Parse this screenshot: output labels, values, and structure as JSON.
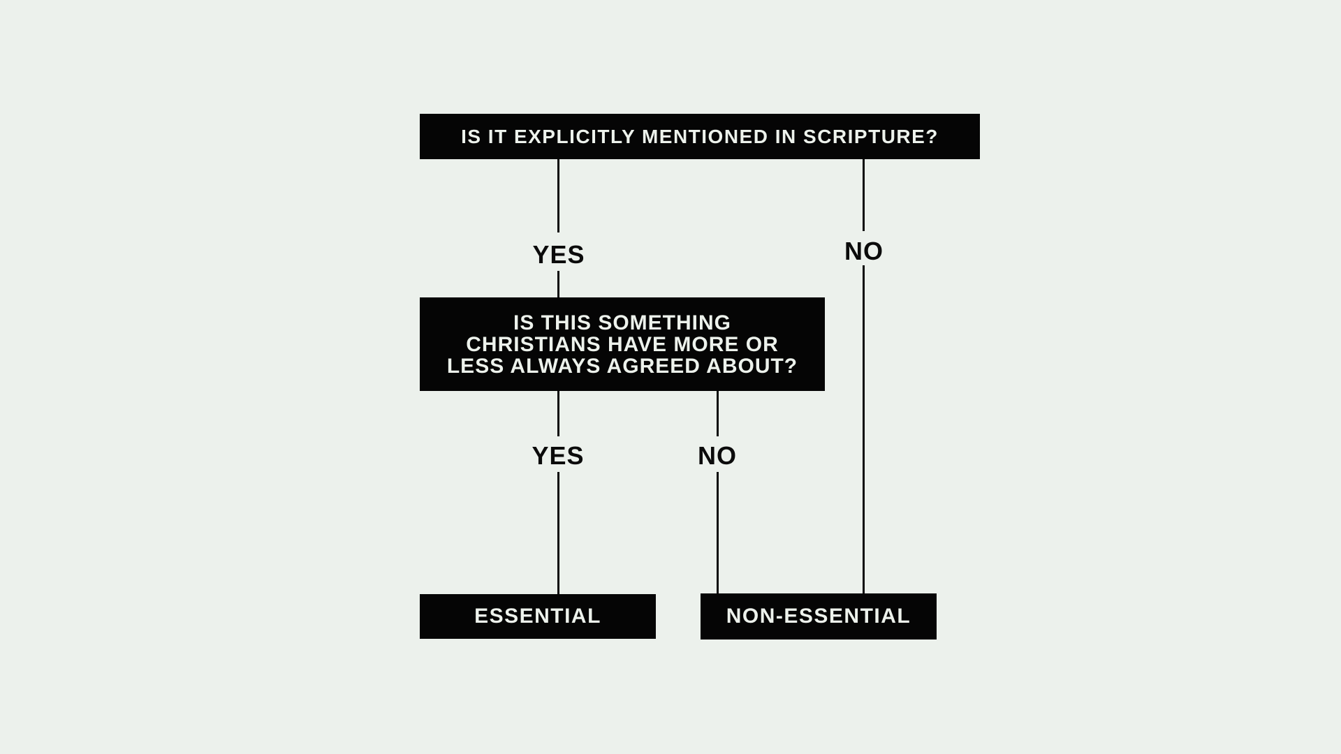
{
  "page": {
    "background_color": "#ECF1EC"
  },
  "colors": {
    "box_bg": "#050505",
    "box_text": "#EDF2EC",
    "line": "#0B0B0B",
    "label_text": "#0B0B0B"
  },
  "flowchart": {
    "question1": {
      "text": "IS IT EXPLICITLY MENTIONED IN SCRIPTURE?"
    },
    "question1_branches": {
      "yes": "YES",
      "no": "NO"
    },
    "question2": {
      "text": "IS THIS SOMETHING CHRISTIANS HAVE MORE OR LESS ALWAYS AGREED ABOUT?",
      "lines": [
        "IS THIS SOMETHING",
        "CHRISTIANS HAVE MORE OR",
        "LESS ALWAYS AGREED ABOUT?"
      ]
    },
    "question2_branches": {
      "yes": "YES",
      "no": "NO"
    },
    "outcomes": {
      "essential": "ESSENTIAL",
      "non_essential": "NON-ESSENTIAL"
    }
  }
}
